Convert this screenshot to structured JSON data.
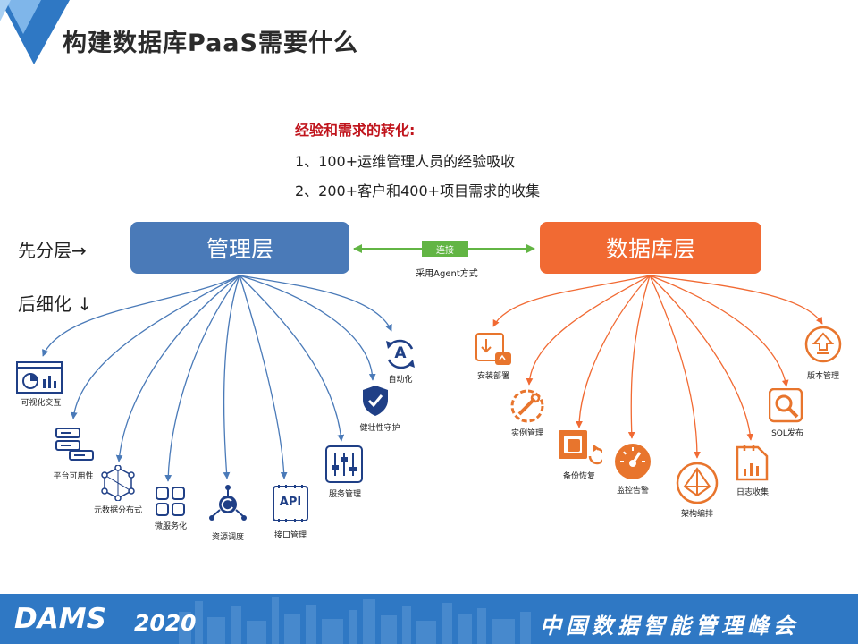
{
  "title": "构建数据库PaaS需要什么",
  "conversion": {
    "heading": "经验和需求的转化:",
    "lines": [
      "1、100+运维管理人员的经验吸收",
      "2、200+客户和400+项目需求的收集"
    ]
  },
  "side_labels": {
    "first": "先分层→",
    "second": "后细化 ↓"
  },
  "management_layer": "管理层",
  "database_layer": "数据库层",
  "connection": {
    "badge": "连接",
    "method": "采用Agent方式"
  },
  "management_items": {
    "visual": "可视化交互",
    "platform": "平台可用性",
    "metadata": "元数据分布式",
    "microservice": "微服务化",
    "resource": "资源调度",
    "api": "接口管理",
    "service": "服务管理",
    "robust": "健壮性守护",
    "auto": "自动化"
  },
  "database_items": {
    "install": "安装部署",
    "instance": "实例管理",
    "backup": "备份恢复",
    "monitor": "监控告警",
    "arch": "架构编排",
    "log": "日志收集",
    "sql": "SQL发布",
    "version": "版本管理"
  },
  "icon_texts": {
    "api": "API",
    "auto": "A"
  },
  "footer": {
    "brand": "DAMS",
    "year": "2020",
    "summit": "中国数据智能管理峰会"
  },
  "colors": {
    "management": "#4a7ab8",
    "database": "#f16a33",
    "connector": "#62b544",
    "footer": "#2f78c4",
    "heading": "#c0141c",
    "icon_blue": "#1f3f86",
    "icon_orange": "#e8752d"
  }
}
